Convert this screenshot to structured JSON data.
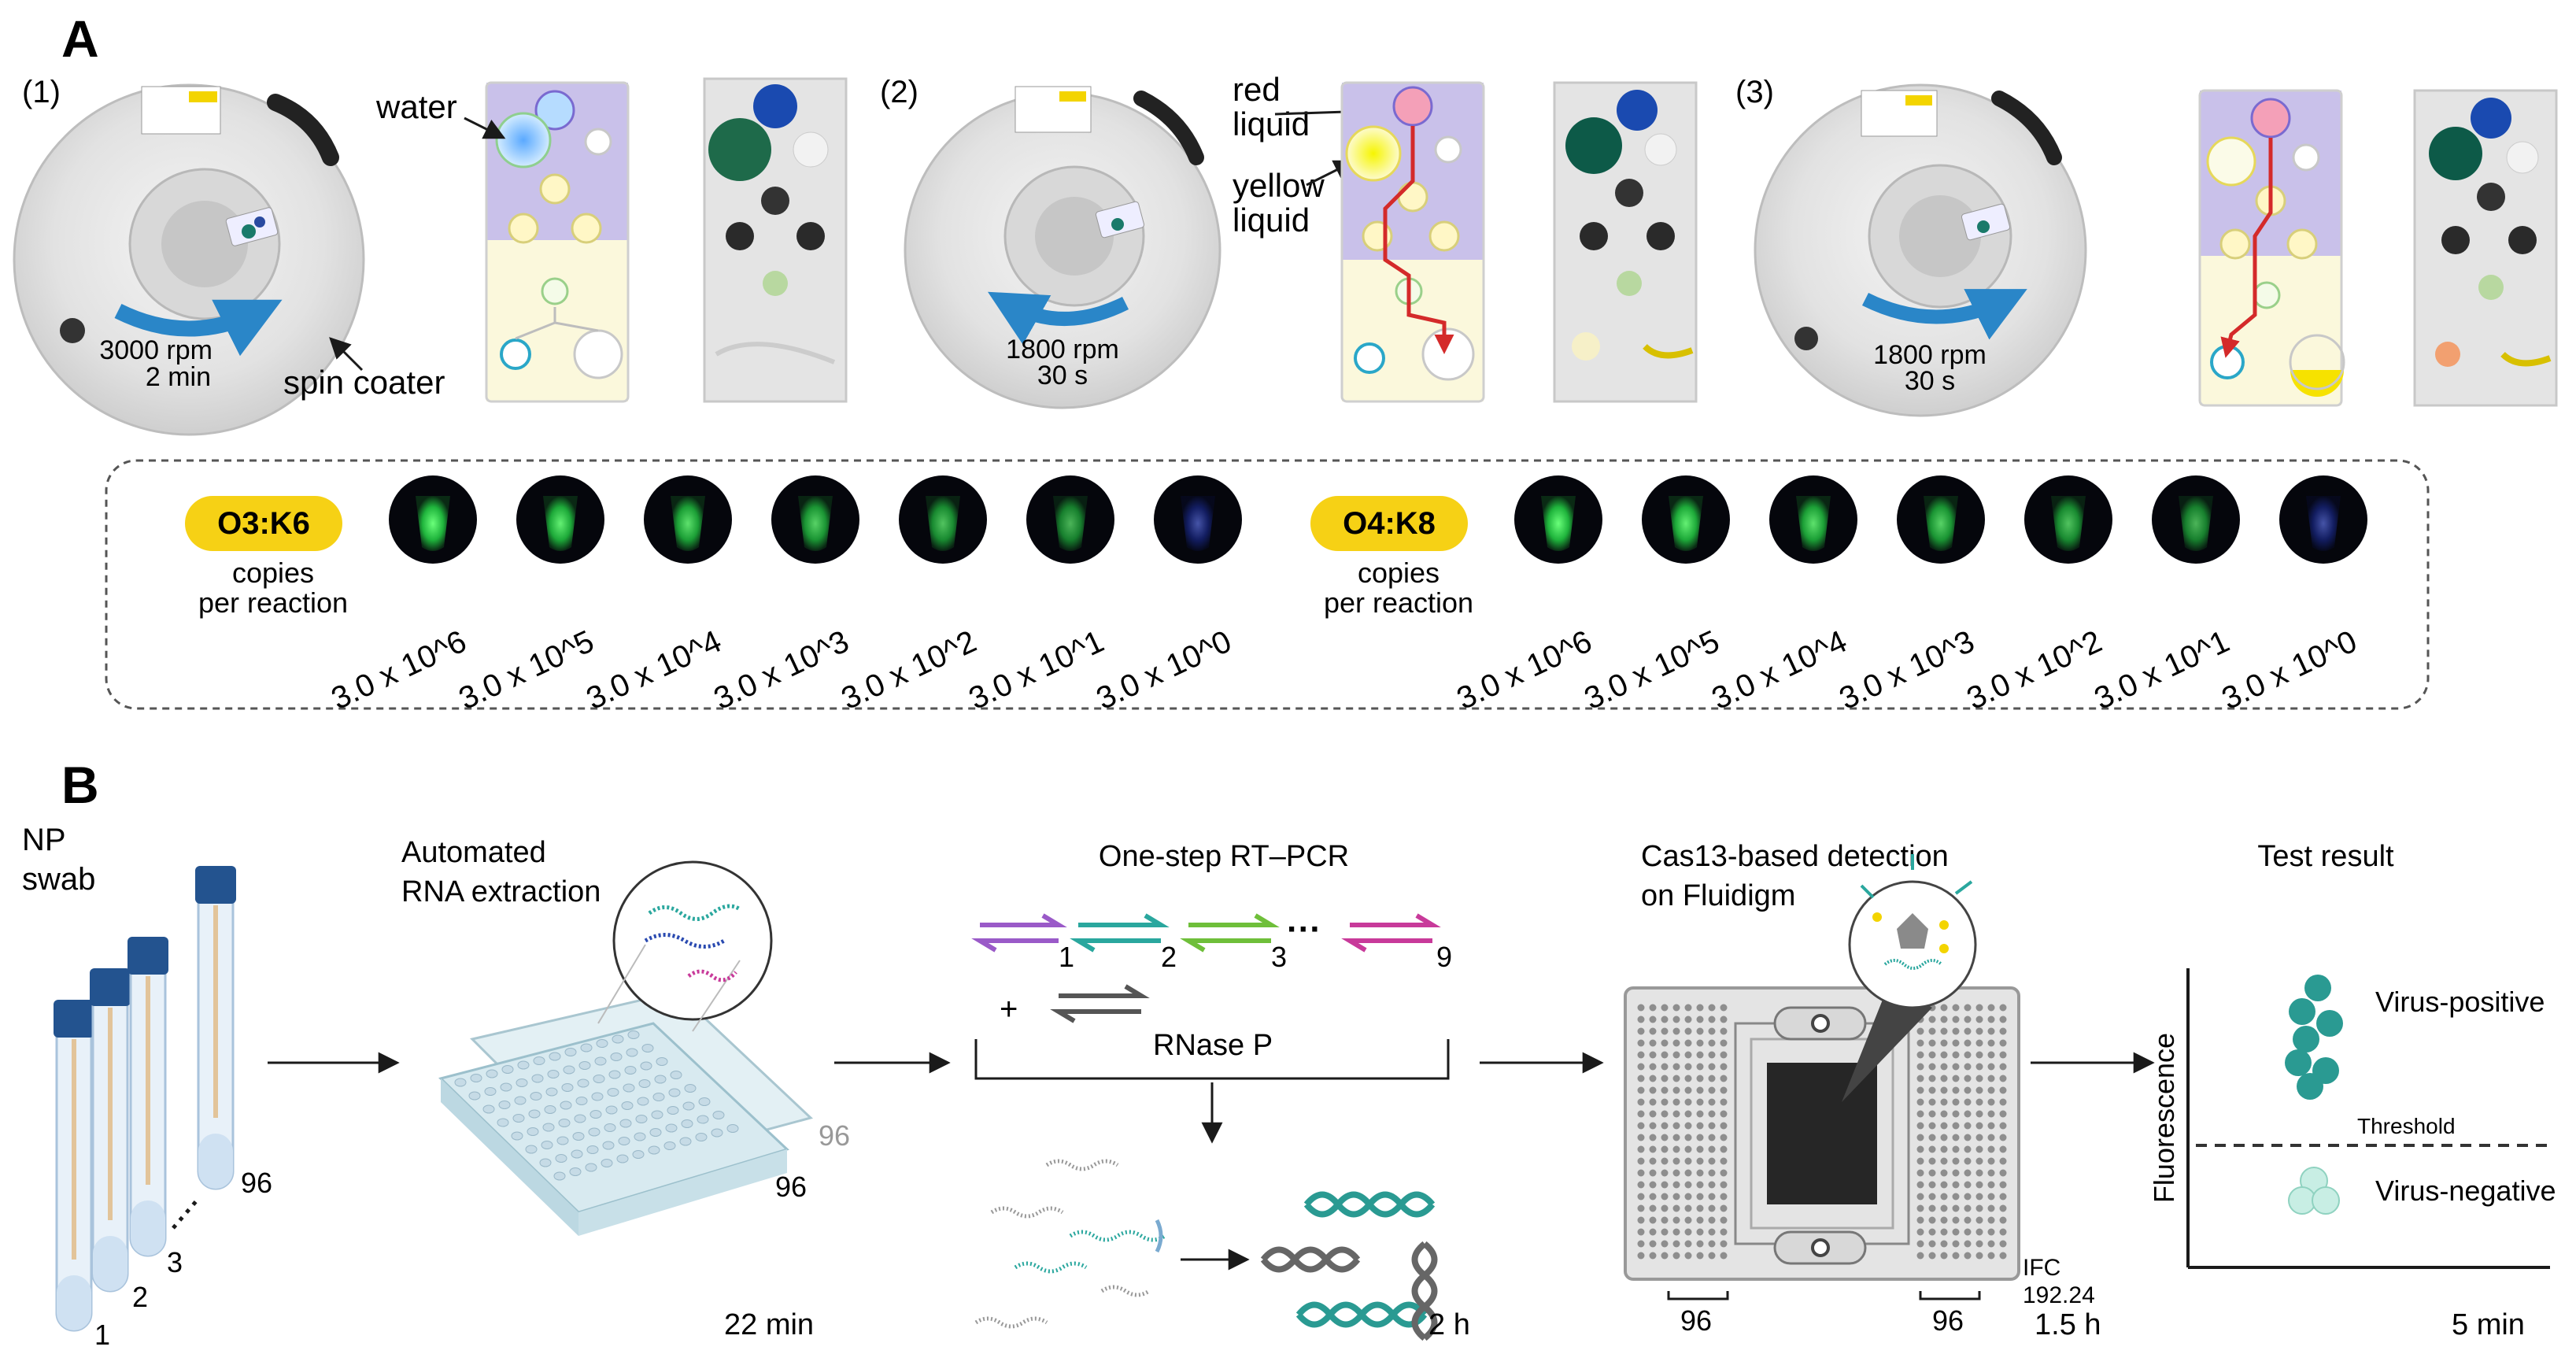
{
  "panelA": {
    "label": "A",
    "steps": [
      {
        "num": "(1)",
        "speed": "3000 rpm",
        "time": "2 min"
      },
      {
        "num": "(2)",
        "speed": "1800 rpm",
        "time": "30 s"
      },
      {
        "num": "(3)",
        "speed": "1800 rpm",
        "time": "30 s"
      }
    ],
    "annotations": {
      "water": "water",
      "spin_coater": "spin coater",
      "red_liquid_1": "red",
      "red_liquid_2": "liquid",
      "yellow_liquid_1": "yellow",
      "yellow_liquid_2": "liquid"
    },
    "detection": {
      "groups": [
        {
          "badge": "O3:K6",
          "sub1": "copies",
          "sub2": "per reaction",
          "concentrations": [
            "3.0 x 10^6",
            "3.0 x 10^5",
            "3.0 x 10^4",
            "3.0 x 10^3",
            "3.0 x 10^2",
            "3.0 x 10^1",
            "3.0 x 10^0"
          ]
        },
        {
          "badge": "O4:K8",
          "sub1": "copies",
          "sub2": "per reaction",
          "concentrations": [
            "3.0 x 10^6",
            "3.0 x 10^5",
            "3.0 x 10^4",
            "3.0 x 10^3",
            "3.0 x 10^2",
            "3.0 x 10^1",
            "3.0 x 10^0"
          ]
        }
      ]
    }
  },
  "panelB": {
    "label": "B",
    "swab": {
      "line1": "NP",
      "line2": "swab",
      "tube1": "1",
      "tube2": "2",
      "tube3": "3",
      "tube96": "96"
    },
    "extraction": {
      "line1": "Automated",
      "line2": "RNA extraction",
      "plate_back": "96",
      "plate_front": "96",
      "time": "22 min"
    },
    "pcr": {
      "title": "One-step RT–PCR",
      "primers": [
        "1",
        "2",
        "3",
        "9"
      ],
      "ellipsis": "···",
      "plus": "+",
      "rnase": "RNase P",
      "time": "2 h"
    },
    "cas13": {
      "line1": "Cas13-based detection",
      "line2": "on Fluidigm",
      "chip_line1": "IFC",
      "chip_line2": "192.24",
      "left_count": "96",
      "right_count": "96",
      "time": "1.5 h"
    },
    "result": {
      "title": "Test result",
      "y_axis": "Fluorescence",
      "positive": "Virus-positive",
      "threshold": "Threshold",
      "negative": "Virus-negative",
      "time": "5 min"
    }
  },
  "colors": {
    "blue_arrow": "#2a86c8",
    "purple_panel": "#c9c1ea",
    "cream_panel": "#fbf8dc",
    "badge_yellow": "#f6d115",
    "teal": "#2a9a92",
    "red_path": "#d42a2a",
    "primer_purple": "#9a5ac8",
    "primer_teal": "#2aa79e",
    "primer_green": "#6fbf3a",
    "primer_magenta": "#c83a9a"
  }
}
